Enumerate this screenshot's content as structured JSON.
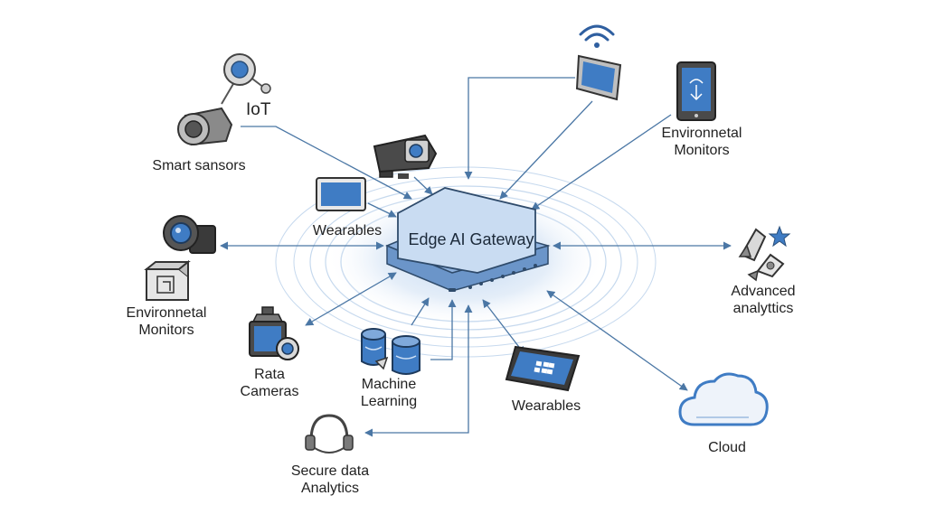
{
  "colors": {
    "line": "#4b77a5",
    "hub_face": "#c9dcf2",
    "hub_side": "#6b95c9",
    "hub_edge": "#2f4b6b",
    "icon_blue": "#3f7cc4",
    "icon_gray": "#888888",
    "icon_dark": "#3a3a3a",
    "ripple": "#c6d9ee"
  },
  "hub": {
    "title": "Edge AI Gateway"
  },
  "nodes": {
    "iot": {
      "label": "IoT",
      "icon": "iot-sensor-icon"
    },
    "smart_sensors": {
      "label": "Smart sansors",
      "icon": "camera-sensor-icon"
    },
    "security_camera": {
      "icon": "security-camera-icon"
    },
    "wearables_top": {
      "label": "Wearables",
      "icon": "monitor-icon"
    },
    "wireless_display": {
      "icon": "wifi-display-icon"
    },
    "env_monitors_right": {
      "line1": "Environnetal",
      "line2": "Monitors",
      "icon": "tablet-icon"
    },
    "env_monitors_left": {
      "line1": "Environnetal",
      "line2": "Monitors",
      "icon": "camera-box-icon"
    },
    "advanced_analytics": {
      "line1": "Advanced",
      "line2": "analyttics",
      "icon": "rocket-star-icon"
    },
    "rata_cameras": {
      "line1": "Rata",
      "line2": "Cameras",
      "icon": "drone-camera-icon"
    },
    "machine_learning": {
      "line1": "Machine",
      "line2": "Learning",
      "icon": "database-icon"
    },
    "wearables_bottom": {
      "label": "Wearables",
      "icon": "tablet-grid-icon"
    },
    "cloud": {
      "label": "Cloud",
      "icon": "cloud-icon"
    },
    "secure_data": {
      "line1": "Secure data",
      "line2": "Analytics",
      "icon": "headset-icon"
    }
  }
}
